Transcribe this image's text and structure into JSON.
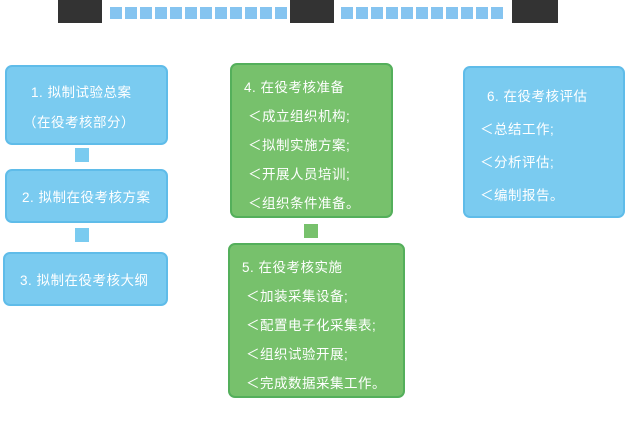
{
  "palette": {
    "dark_block": "#333333",
    "dash_blue": "#85C4F0",
    "box_blue_fill": "#7ACBF0",
    "box_blue_border": "#5FBCE9",
    "box_green_fill": "#77C16C",
    "box_green_border": "#54AF5B",
    "text": "#FFFFFF"
  },
  "top_bar": {
    "dark_block_count": 3,
    "dash_group_1_count": 12,
    "dash_group_2_count": 11
  },
  "steps": {
    "step1": {
      "line1": "1. 拟制试验总案",
      "line2": "（在役考核部分）"
    },
    "step2": {
      "label": "2. 拟制在役考核方案"
    },
    "step3": {
      "label": "3. 拟制在役考核大纲"
    },
    "step4": {
      "title": "4. 在役考核准备",
      "items": [
        "＜成立组织机构;",
        "＜拟制实施方案;",
        "＜开展人员培训;",
        "＜组织条件准备。"
      ]
    },
    "step5": {
      "title": "5. 在役考核实施",
      "items": [
        "＜加装采集设备;",
        "＜配置电子化采集表;",
        "＜组织试验开展;",
        "＜完成数据采集工作。"
      ]
    },
    "step6": {
      "title": "6. 在役考核评估",
      "items": [
        "＜总结工作;",
        "＜分析评估;",
        "＜编制报告。"
      ]
    }
  }
}
